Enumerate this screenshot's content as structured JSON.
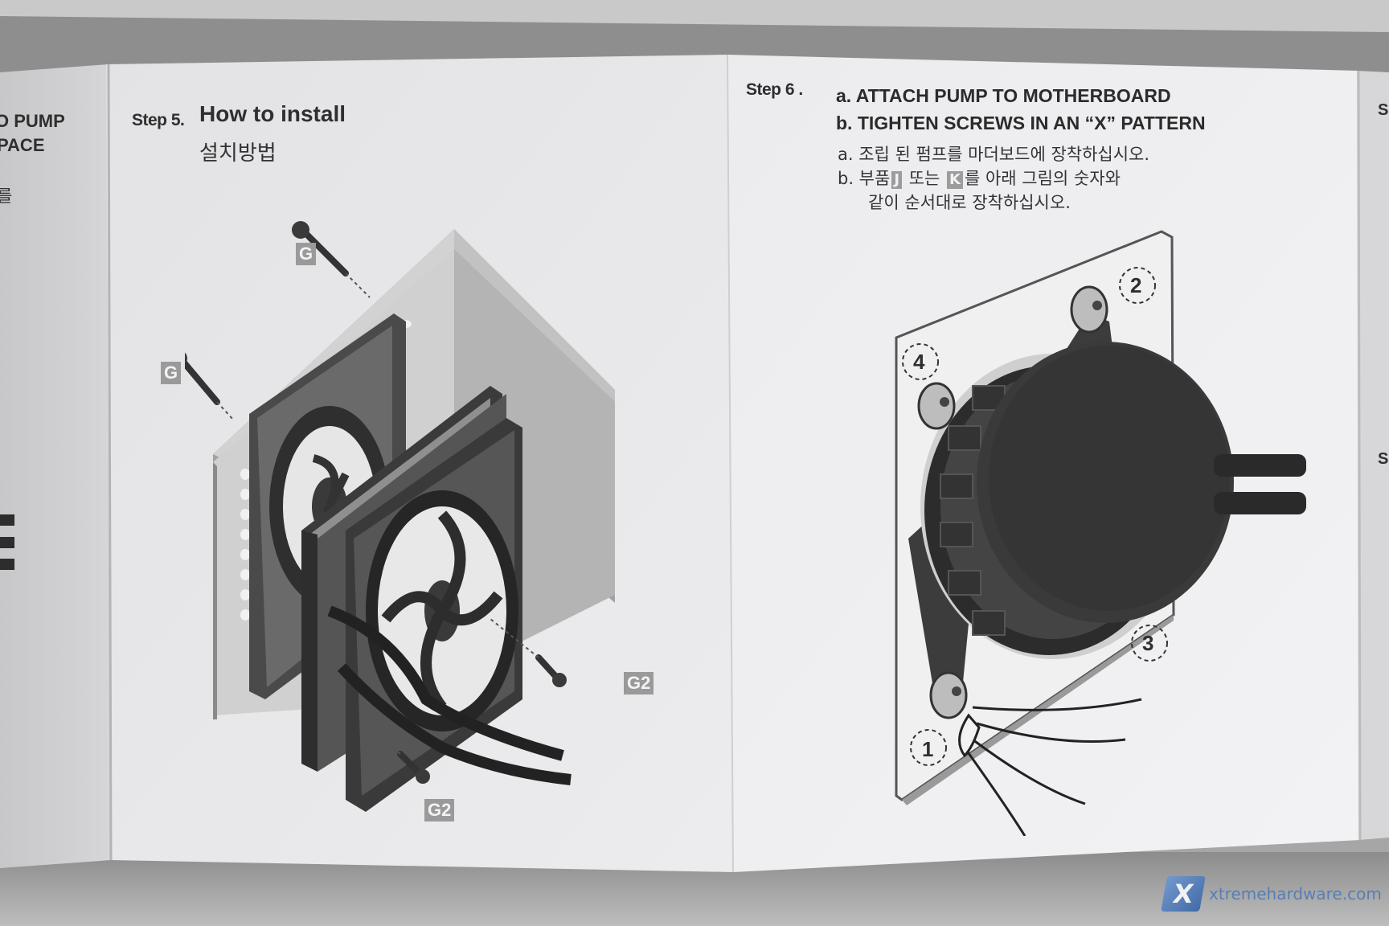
{
  "left_panel": {
    "lines": [
      "O PUMP",
      "PACE",
      "를"
    ]
  },
  "step5": {
    "label": "Step 5.",
    "title": "How to install",
    "title_ko": "설치방법",
    "tags": {
      "g_top": "G",
      "g_left": "G",
      "g2_right": "G2",
      "g2_bottom": "G2"
    }
  },
  "step6": {
    "label": "Step 6 .",
    "line_a": "a. ATTACH PUMP TO MOTHERBOARD",
    "line_b": "b. TIGHTEN SCREWS IN AN “X” PATTERN",
    "ko_a": "a.  조립 된 펌프를 마더보드에 장착하십시오.",
    "ko_b_prefix": "b.  부품",
    "part_j": "J",
    "ko_b_mid": " 또는 ",
    "part_k": "K",
    "ko_b_suffix": "를 아래 그림의 숫자와",
    "ko_c": "같이 순서대로 장착하십시오.",
    "screw_order": [
      "1",
      "2",
      "3",
      "4"
    ]
  },
  "right_edge": {
    "letters": [
      "S",
      "S"
    ]
  },
  "watermark": {
    "logo": "X",
    "text": "xtremehardware.com"
  }
}
